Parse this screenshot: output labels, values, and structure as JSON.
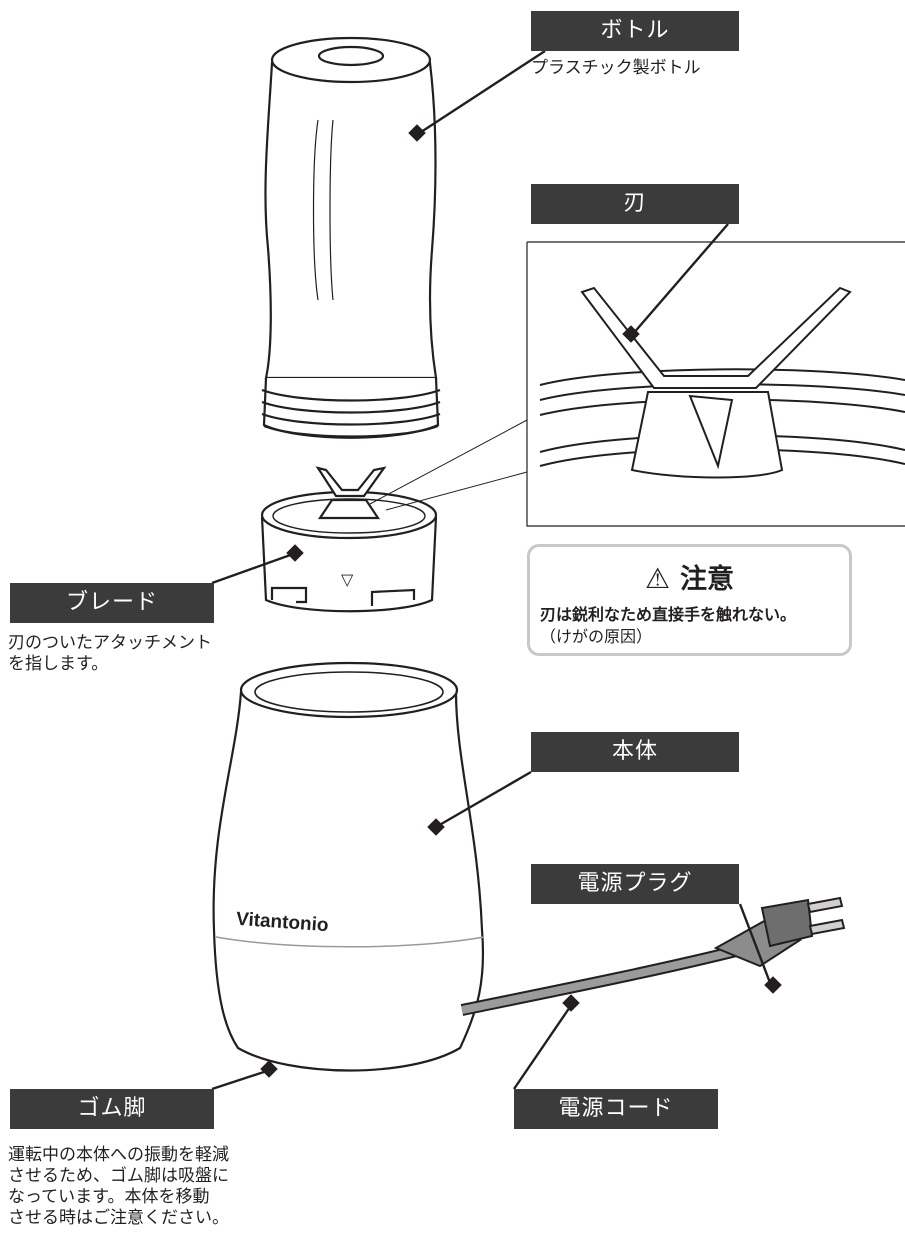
{
  "labels": {
    "bottle": "ボトル",
    "blade_edge": "刃",
    "blade_unit": "ブレード",
    "body": "本体",
    "plug": "電源プラグ",
    "rubber_foot": "ゴム脚",
    "cord": "電源コード"
  },
  "descriptions": {
    "bottle": "プラスチック製ボトル",
    "blade_unit": [
      "刃のついたアタッチメント",
      "を指します。"
    ],
    "rubber_foot": [
      "運転中の本体への振動を軽減",
      "させるため、ゴム脚は吸盤に",
      "なっています。本体を移動",
      "させる時はご注意ください。"
    ]
  },
  "caution": {
    "icon": "warning-triangle-icon",
    "title": "注意",
    "text": "刃は鋭利なため直接手を触れない。",
    "note": "（けがの原因）"
  },
  "brand": "Vitantonio",
  "blade_arrow_mark": "▽"
}
